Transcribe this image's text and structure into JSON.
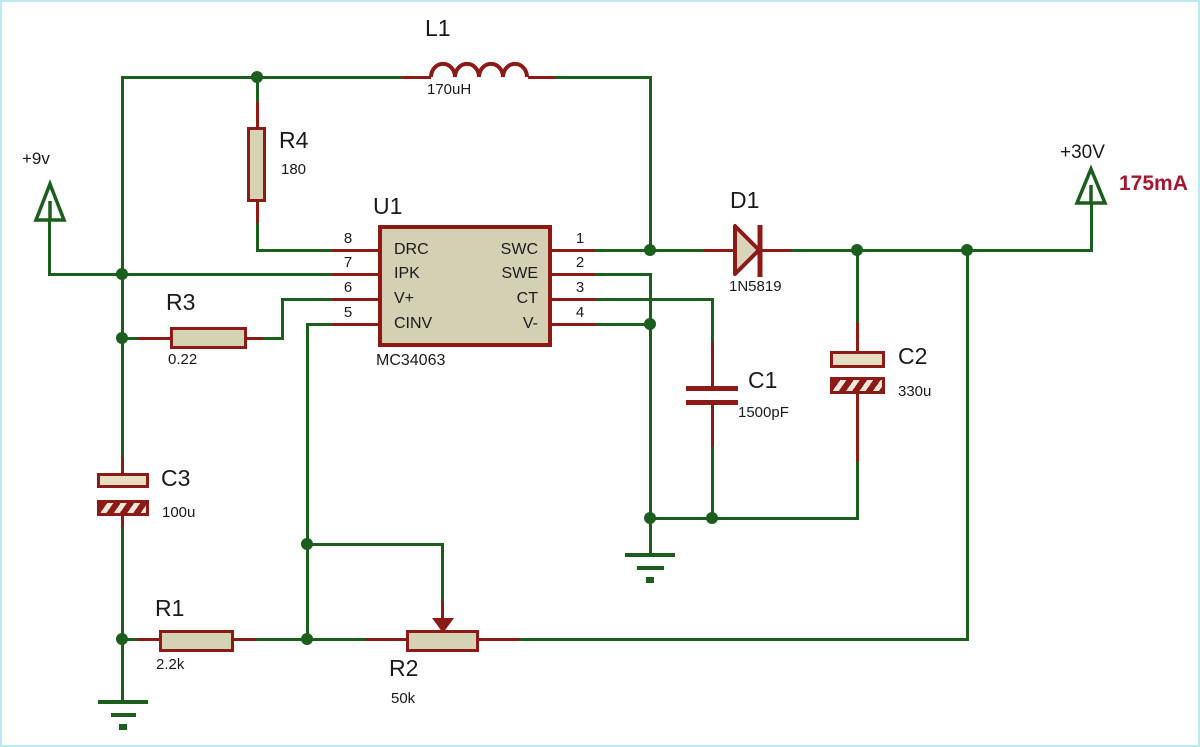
{
  "colors": {
    "wire_green": "#1b5e1d",
    "component_red": "#8c1a16",
    "component_fill": "#d6d2b4",
    "label_text": "#1a1a1a",
    "current_text": "#a3182f",
    "canvas_border": "#bfe9f2"
  },
  "power": {
    "input_label": "+9v",
    "output_label": "+30V",
    "output_current": "175mA"
  },
  "components": {
    "L1": {
      "ref": "L1",
      "value": "170uH"
    },
    "R4": {
      "ref": "R4",
      "value": "180"
    },
    "R3": {
      "ref": "R3",
      "value": "0.22"
    },
    "R1": {
      "ref": "R1",
      "value": "2.2k"
    },
    "R2": {
      "ref": "R2",
      "value": "50k"
    },
    "C1": {
      "ref": "C1",
      "value": "1500pF"
    },
    "C2": {
      "ref": "C2",
      "value": "330u"
    },
    "C3": {
      "ref": "C3",
      "value": "100u"
    },
    "D1": {
      "ref": "D1",
      "value": "1N5819"
    },
    "U1": {
      "ref": "U1",
      "part": "MC34063",
      "left_pins": [
        {
          "num": "8",
          "name": "DRC"
        },
        {
          "num": "7",
          "name": "IPK"
        },
        {
          "num": "6",
          "name": "V+"
        },
        {
          "num": "5",
          "name": "CINV"
        }
      ],
      "right_pins": [
        {
          "num": "1",
          "name": "SWC"
        },
        {
          "num": "2",
          "name": "SWE"
        },
        {
          "num": "3",
          "name": "CT"
        },
        {
          "num": "4",
          "name": "V-"
        }
      ]
    }
  }
}
